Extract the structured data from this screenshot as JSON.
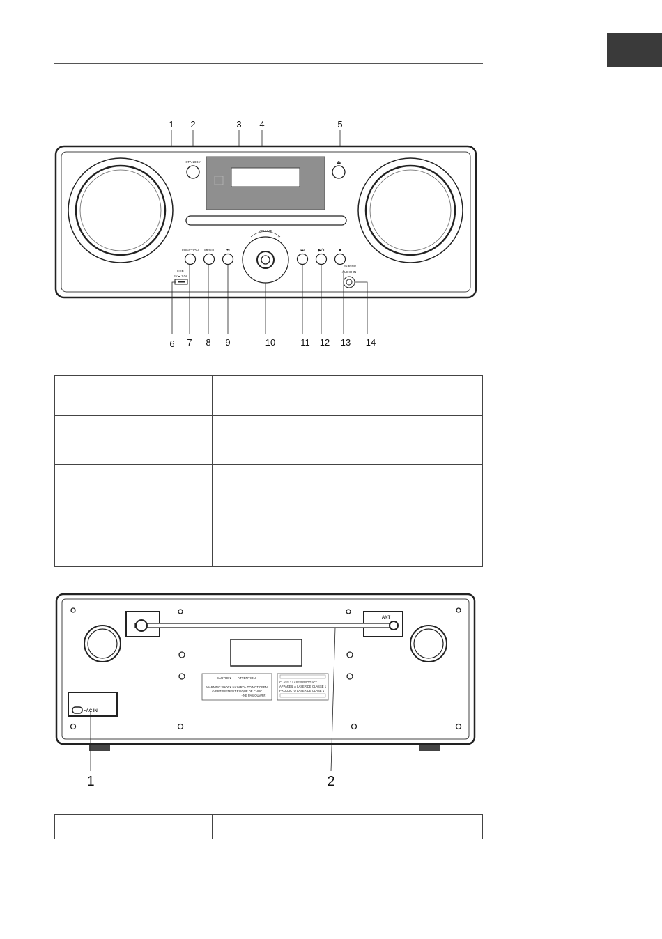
{
  "front_panel": {
    "callouts": [
      "1",
      "2",
      "3",
      "4",
      "5",
      "6",
      "7",
      "8",
      "9",
      "10",
      "11",
      "12",
      "13",
      "14"
    ],
    "labels": {
      "standby": "STANDBY",
      "volume": "VOLUME",
      "minus": "–",
      "plus": "+",
      "function": "FUNCTION",
      "menu": "MENU",
      "usb": "USB",
      "usb_rating": "5V ⎓ 1.0A",
      "pairing": "PAIRING",
      "audio_in": "AUDIO IN",
      "prev_symbol": "⏮",
      "next_symbol": "⏭",
      "play_pause_symbol": "▶/⏸",
      "stop_symbol": "■",
      "eject_symbol": "⏏"
    }
  },
  "front_table": {
    "rows": [
      [
        "",
        ""
      ],
      [
        "",
        ""
      ],
      [
        "",
        ""
      ],
      [
        "",
        ""
      ],
      [
        "",
        ""
      ],
      [
        "",
        ""
      ]
    ]
  },
  "rear_panel": {
    "callouts": [
      "1",
      "2"
    ],
    "labels": {
      "ant": "ANT",
      "ac_in": "~AC IN",
      "caution": "CAUTION",
      "attention": "ATTENTION",
      "warning_line1": "WARNING:SHOCK HAZARD - DO NOT OPEN",
      "warning_line2": "AVERTISSEMENT:RISQUE DE CHOC",
      "warning_line3": "- NE PAS OUVRIR",
      "laser_line1": "CLASS 1 LASER PRODUCT",
      "laser_line2": "APPAREIL À LASER DE CLASSE 1",
      "laser_line3": "PRODUCTO LASER DE CLASE 1"
    }
  },
  "rear_table": {
    "rows": [
      [
        "",
        ""
      ]
    ]
  }
}
